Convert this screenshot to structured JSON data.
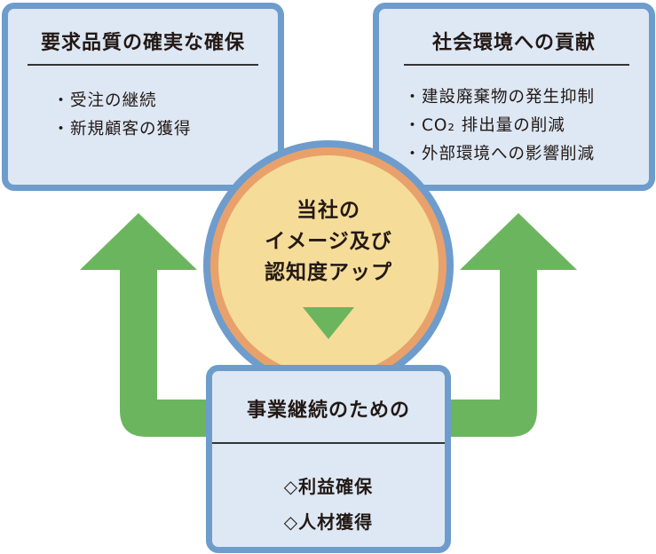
{
  "colors": {
    "box_fill": "#dde8f4",
    "box_border": "#6e9ccc",
    "arrow_green": "#6cb55f",
    "circle_ring": "#e9a16b",
    "circle_fill": "#f5dc99"
  },
  "left_box": {
    "title": "要求品質の確実な確保",
    "bullet": "・",
    "items": [
      "受注の継続",
      "新規顧客の獲得"
    ]
  },
  "right_box": {
    "title": "社会環境への貢献",
    "bullet": "・",
    "items": [
      "建設廃棄物の発生抑制",
      "CO₂ 排出量の削減",
      "外部環境への影響削減"
    ]
  },
  "center_circle": {
    "lines": [
      "当社の",
      "イメージ及び",
      "認知度アップ"
    ]
  },
  "bottom_box": {
    "title": "事業継続のための",
    "items": [
      "◇利益確保",
      "◇人材獲得"
    ]
  }
}
